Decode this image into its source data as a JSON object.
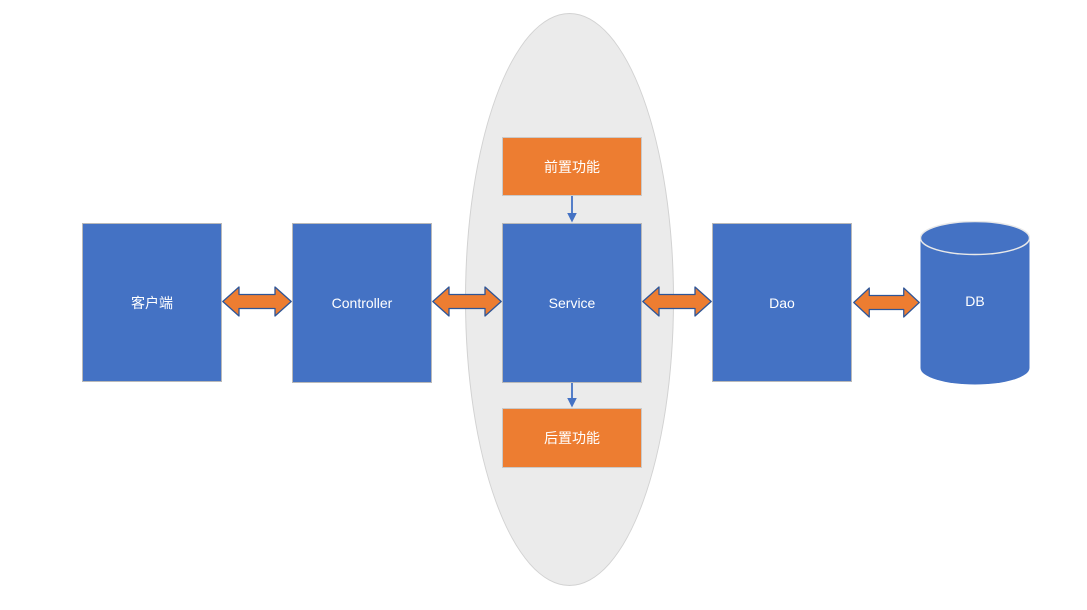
{
  "diagram": {
    "nodes": {
      "client": {
        "label": "客户端"
      },
      "controller": {
        "label": "Controller"
      },
      "service": {
        "label": "Service"
      },
      "dao": {
        "label": "Dao"
      },
      "db": {
        "label": "DB"
      },
      "pre_function": {
        "label": "前置功能"
      },
      "post_function": {
        "label": "后置功能"
      }
    },
    "connectors": [
      {
        "from": "客户端",
        "to": "Controller",
        "style": "double-arrow"
      },
      {
        "from": "Controller",
        "to": "Service",
        "style": "double-arrow"
      },
      {
        "from": "Service",
        "to": "Dao",
        "style": "double-arrow"
      },
      {
        "from": "Dao",
        "to": "DB",
        "style": "double-arrow"
      },
      {
        "from": "前置功能",
        "to": "Service",
        "style": "single-arrow"
      },
      {
        "from": "Service",
        "to": "后置功能",
        "style": "single-arrow"
      }
    ],
    "colors": {
      "box_blue": "#4472C4",
      "box_orange": "#ED7D31",
      "double_arrow_fill": "#ED7D31",
      "double_arrow_outline": "#2E5597",
      "connector_blue": "#4472C4",
      "ellipse_fill": "#EBEBEB",
      "ellipse_border": "#D2D2D2",
      "node_text": "#FFFFFF",
      "background": "#FFFFFF"
    }
  }
}
